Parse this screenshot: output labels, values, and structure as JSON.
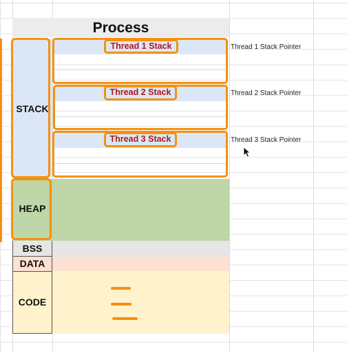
{
  "process": {
    "title": "Process",
    "segments": {
      "stack": "STACK",
      "heap": "HEAP",
      "bss": "BSS",
      "data": "DATA",
      "code": "CODE"
    },
    "threads": [
      {
        "stack_label": "Thread 1 Stack",
        "pointer_label": "Thread 1 Stack Pointer"
      },
      {
        "stack_label": "Thread 2 Stack",
        "pointer_label": "Thread 2 Stack Pointer"
      },
      {
        "stack_label": "Thread 3 Stack",
        "pointer_label": "Thread 3 Stack Pointer"
      }
    ]
  },
  "colors": {
    "annotation_orange": "#f5900f",
    "stack_blue": "#dbe7f6",
    "heap_green": "#bed6a8",
    "bss_gray": "#e6e6e6",
    "data_pink": "#fce0d2",
    "code_yellow": "#fff2cc",
    "thread_label_red": "#b01818"
  }
}
